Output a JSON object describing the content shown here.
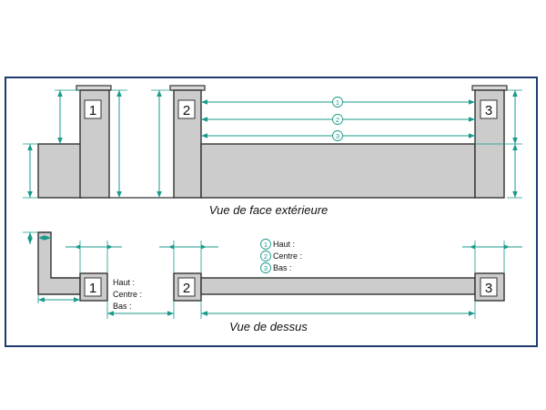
{
  "captions": {
    "front": "Vue de face extérieure",
    "top": "Vue de dessus"
  },
  "pillars": {
    "one": "1",
    "two": "2",
    "three": "3"
  },
  "circles": {
    "one": "1",
    "two": "2",
    "three": "3"
  },
  "legend": {
    "haut": "Haut :",
    "centre": "Centre :",
    "bas": "Bas :"
  },
  "labels_pillar1": {
    "haut": "Haut :",
    "centre": "Centre :",
    "bas": "Bas :"
  },
  "colors": {
    "frame": "#1f3b6e",
    "dimension": "#1a9a8a",
    "wall": "#cccccc"
  }
}
